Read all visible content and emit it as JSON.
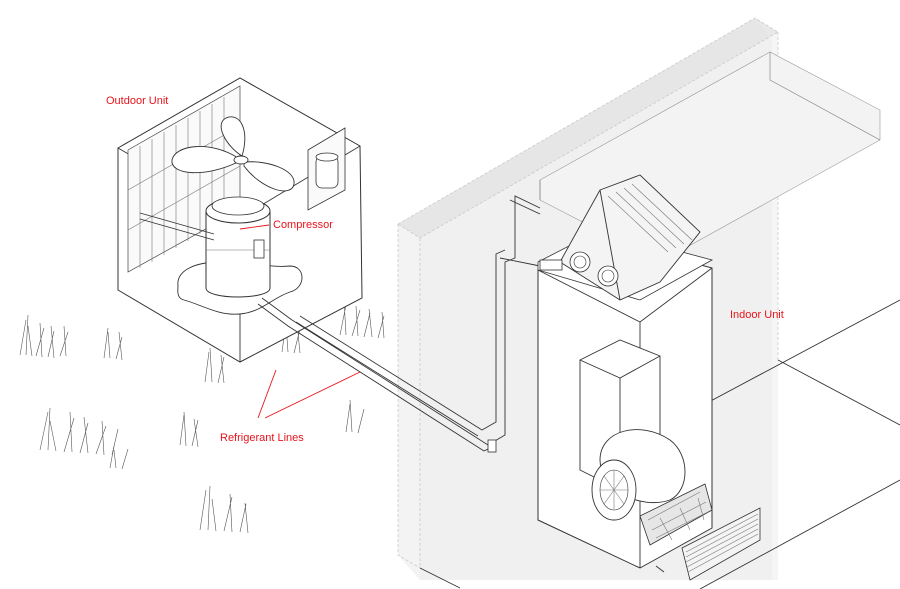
{
  "labels": {
    "outdoor_unit": "Outdoor Unit",
    "compressor": "Compressor",
    "indoor_unit": "Indoor Unit",
    "refrigerant_lines": "Refrigerant Lines"
  },
  "colors": {
    "label": "#e8141b",
    "line_art": "#333333",
    "wall": "#e9e9e9"
  }
}
